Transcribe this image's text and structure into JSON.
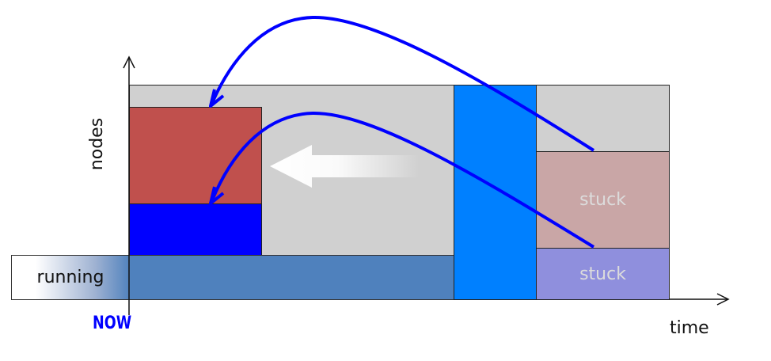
{
  "axes": {
    "y_label": "nodes",
    "x_label": "time",
    "origin_marker": "NOW"
  },
  "blocks": {
    "running": {
      "label": "running",
      "color": "#4f81bd"
    },
    "red_job": {
      "label": "",
      "color": "#c0504d"
    },
    "blue_job": {
      "label": "",
      "color": "#0000ff"
    },
    "reserved_column": {
      "label": "",
      "color": "#0080ff"
    },
    "stuck_upper": {
      "label": "stuck",
      "color": "#c9a6a6"
    },
    "stuck_lower": {
      "label": "stuck",
      "color": "#8f8fdd"
    },
    "idle_area": {
      "color": "#d0d0d0"
    }
  },
  "arrows": {
    "backfill_arrows": [
      {
        "from": "stuck-upper",
        "to": "red-job",
        "color": "#0000ff"
      },
      {
        "from": "stuck-lower",
        "to": "blue-job",
        "color": "#0000ff"
      }
    ],
    "shift_arrow": {
      "direction": "left",
      "color": "#ffffff"
    }
  },
  "colors": {
    "now": "#0000ff",
    "axis": "#000000"
  }
}
